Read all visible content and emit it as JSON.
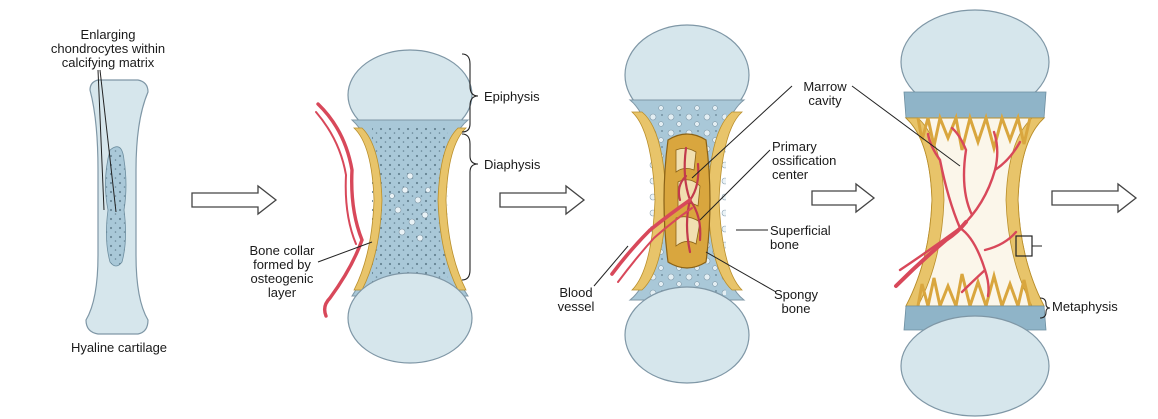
{
  "colors": {
    "cartilage": "#d6e6ec",
    "cartilage_stroke": "#7f97a6",
    "calcified": "#a9c8d8",
    "bone_collar": "#e8c46a",
    "spongy": "#d9a63e",
    "vessel": "#d8485a",
    "arrow_fill": "#ffffff",
    "arrow_stroke": "#444444"
  },
  "labels": {
    "enlarging": "Enlarging\nchondrocytes within\ncalcifying matrix",
    "hyaline": "Hyaline cartilage",
    "epiphysis": "Epiphysis",
    "diaphysis": "Diaphysis",
    "bone_collar": "Bone collar\nformed by\nosteogenic\nlayer",
    "marrow_cavity": "Marrow\ncavity",
    "primary_ossification": "Primary\nossification\ncenter",
    "superficial_bone": "Superficial\nbone",
    "blood_vessel": "Blood\nvessel",
    "spongy_bone": "Spongy\nbone",
    "metaphysis": "Metaphysis"
  },
  "icons": {
    "stage_arrow": "right-hollow-arrow"
  }
}
